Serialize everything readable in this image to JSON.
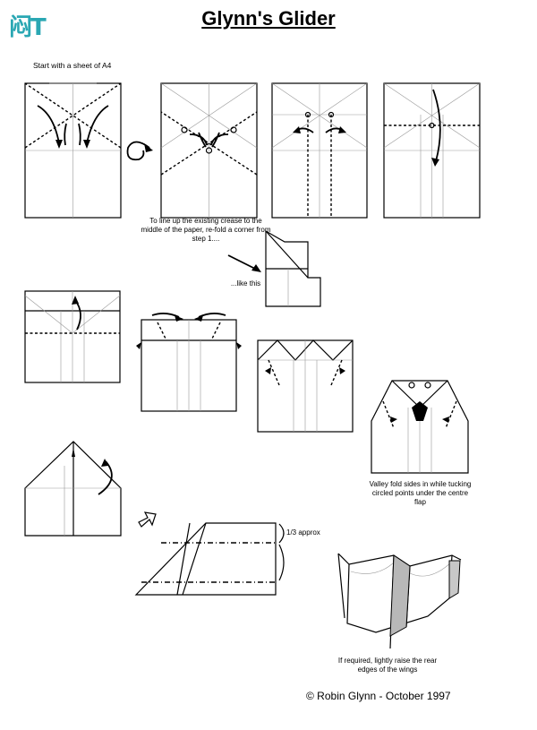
{
  "logo": {
    "text": "闷T"
  },
  "title": "Glynn's Glider",
  "steps": {
    "start": "Start with a sheet of A4",
    "line_up": "To line up the existing crease to the middle of the paper, re-fold a corner from step 1....",
    "like_this": "...like this",
    "valley_fold": "Valley fold sides in while tucking circled points under the centre flap",
    "third_approx": "1/3 approx",
    "raise_edges": "If required, lightly raise the rear edges of the wings"
  },
  "copyright": "© Robin Glynn - October 1997",
  "colors": {
    "ink": "#000000",
    "crease": "#999999",
    "logo": "#2aa7b3"
  }
}
